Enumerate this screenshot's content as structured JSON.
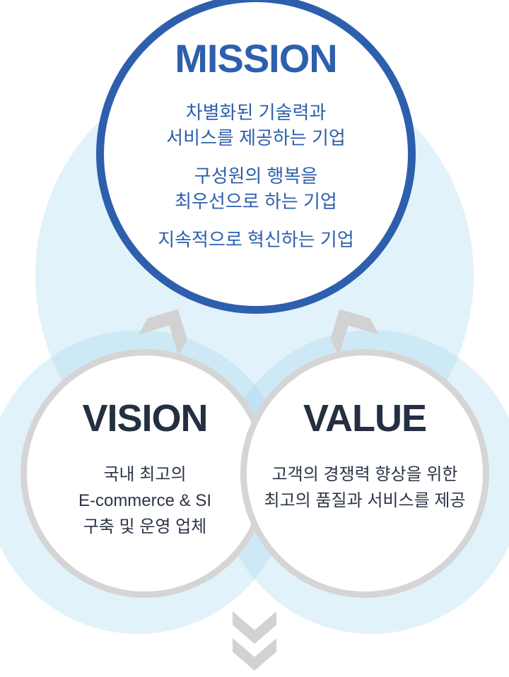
{
  "palette": {
    "mission_blue": "#2d5fad",
    "heading_navy": "#242f41",
    "body_navy": "#2b3547",
    "light_blue_fill": "#e2f2fa",
    "light_blue_overlap": "#cfe9f6",
    "circle_border_gray": "#d5d5d5",
    "chevron_gray": "#d2d2d2",
    "background": "#ffffff"
  },
  "icons": {
    "up_left": "chevron-up-icon",
    "up_right": "chevron-up-icon",
    "bottom": "double-chevron-down-icon"
  },
  "mission": {
    "title": "MISSION",
    "body": [
      "차별화된 기술력과",
      "서비스를 제공하는 기업",
      "구성원의 행복을",
      "최우선으로 하는 기업",
      "지속적으로 혁신하는 기업"
    ]
  },
  "vision": {
    "title": "VISION",
    "body": [
      "국내 최고의",
      "E-commerce & SI",
      "구축 및 운영 업체"
    ]
  },
  "value": {
    "title": "VALUE",
    "body": [
      "고객의 경쟁력 향상을 위한",
      "최고의 품질과 서비스를 제공"
    ]
  }
}
